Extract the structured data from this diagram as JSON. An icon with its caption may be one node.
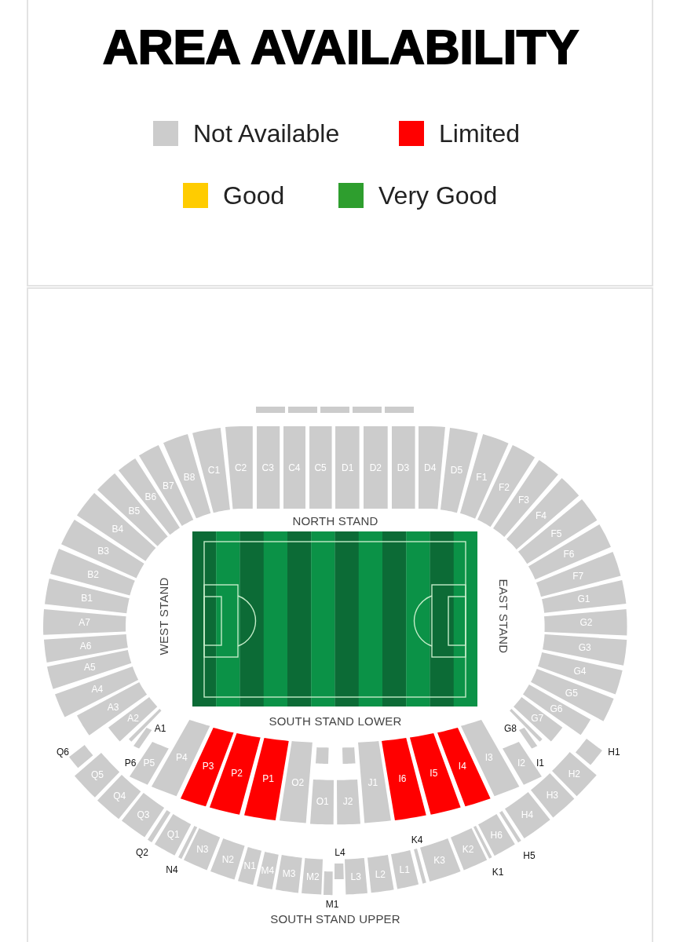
{
  "diagram": {
    "title": "AREA AVAILABILITY",
    "nodes": [
      {
        "text": [],
        "shape": "box"
      },
      {
        "text": [],
        "shape": "box"
      },
      {
        "text": [],
        "shape": "box"
      },
      {
        "text": [],
        "shape": "box"
      },
      {
        "text": [],
        "shape": "box"
      },
      {
        "text": [
          "A1"
        ]
      },
      {
        "text": [
          "A2"
        ]
      },
      {
        "text": [
          "A3"
        ]
      },
      {
        "text": [
          "A4"
        ]
      },
      {
        "text": [
          "A5"
        ]
      },
      {
        "text": [
          "A6"
        ]
      },
      {
        "text": [
          "A7"
        ]
      },
      {
        "text": [
          "B1"
        ]
      },
      {
        "text": [
          "B2"
        ]
      },
      {
        "text": [
          "B3"
        ]
      },
      {
        "text": [
          "B4"
        ]
      },
      {
        "text": [
          "B5"
        ]
      },
      {
        "text": [
          "B6"
        ]
      },
      {
        "text": [
          "B7"
        ]
      },
      {
        "text": [
          "B8"
        ]
      },
      {
        "text": [
          "C1"
        ]
      },
      {
        "text": [
          "C2"
        ]
      },
      {
        "text": [
          "C3"
        ]
      },
      {
        "text": [
          "C4"
        ]
      },
      {
        "text": [
          "C5"
        ]
      },
      {
        "text": [
          "D1"
        ]
      },
      {
        "text": [
          "D2"
        ]
      },
      {
        "text": [
          "D3"
        ]
      },
      {
        "text": [
          "D4"
        ]
      },
      {
        "text": [
          "D5"
        ]
      },
      {
        "text": [
          "F1"
        ]
      },
      {
        "text": [
          "F2"
        ]
      },
      {
        "text": [
          "F3"
        ]
      },
      {
        "text": [
          "F4"
        ]
      },
      {
        "text": [
          "F5"
        ]
      },
      {
        "text": [
          "F6"
        ]
      },
      {
        "text": [
          "F7"
        ]
      },
      {
        "text": [
          "G1"
        ]
      },
      {
        "text": [
          "G2"
        ]
      },
      {
        "text": [
          "G3"
        ]
      },
      {
        "text": [
          "G4"
        ]
      },
      {
        "text": [
          "G5"
        ]
      },
      {
        "text": [
          "G6"
        ]
      },
      {
        "text": [
          "G7"
        ]
      },
      {
        "text": [
          "G8"
        ]
      },
      {
        "text": [
          "P6"
        ]
      },
      {
        "text": [
          "P5"
        ]
      },
      {
        "text": [
          "P4"
        ]
      },
      {
        "text": [
          "P3"
        ]
      },
      {
        "text": [
          "P2"
        ]
      },
      {
        "text": [
          "P1"
        ]
      },
      {
        "text": [
          "O2"
        ]
      },
      {
        "text": [],
        "shape": "box"
      },
      {
        "text": [],
        "shape": "box"
      },
      {
        "text": [
          "O1"
        ]
      },
      {
        "text": [
          "J2"
        ]
      },
      {
        "text": [
          "J1"
        ]
      },
      {
        "text": [
          "I6"
        ]
      },
      {
        "text": [
          "I5"
        ]
      },
      {
        "text": [
          "I4"
        ]
      },
      {
        "text": [
          "I3"
        ]
      },
      {
        "text": [
          "I2"
        ]
      },
      {
        "text": [
          "I1"
        ]
      },
      {
        "text": [
          "Q6"
        ]
      },
      {
        "text": [
          "Q5"
        ]
      },
      {
        "text": [
          "Q4"
        ]
      },
      {
        "text": [
          "Q3"
        ]
      },
      {
        "text": [
          "Q2"
        ]
      },
      {
        "text": [
          "Q1"
        ]
      },
      {
        "text": [
          "N4"
        ]
      },
      {
        "text": [
          "N3"
        ]
      },
      {
        "text": [
          "N2"
        ]
      },
      {
        "text": [
          "N1"
        ]
      },
      {
        "text": [
          "M4"
        ]
      },
      {
        "text": [
          "M3"
        ]
      },
      {
        "text": [
          "M2"
        ]
      },
      {
        "text": [
          "M1"
        ]
      },
      {
        "text": [
          "L4"
        ]
      },
      {
        "text": [
          "L3"
        ]
      },
      {
        "text": [
          "L2"
        ]
      },
      {
        "text": [
          "L1"
        ]
      },
      {
        "text": [
          "K4"
        ]
      },
      {
        "text": [
          "K3"
        ]
      },
      {
        "text": [
          "K2"
        ]
      },
      {
        "text": [
          "K1"
        ]
      },
      {
        "text": [
          "H6"
        ]
      },
      {
        "text": [
          "H5"
        ]
      },
      {
        "text": [
          "H4"
        ]
      },
      {
        "text": [
          "H3"
        ]
      },
      {
        "text": [
          "H2"
        ]
      },
      {
        "text": [
          "H1"
        ]
      }
    ],
    "labels": [
      "NORTH STAND",
      "WEST STAND",
      "EAST STAND",
      "SOUTH STAND LOWER",
      "SOUTH STAND UPPER"
    ],
    "legend": [
      {
        "text": "Not Available",
        "color": "#cccccc"
      },
      {
        "text": "Limited",
        "color": "#ff0000"
      },
      {
        "text": "Good",
        "color": "#ffcc00"
      },
      {
        "text": "Very Good",
        "color": "#2e9e2e"
      }
    ]
  }
}
